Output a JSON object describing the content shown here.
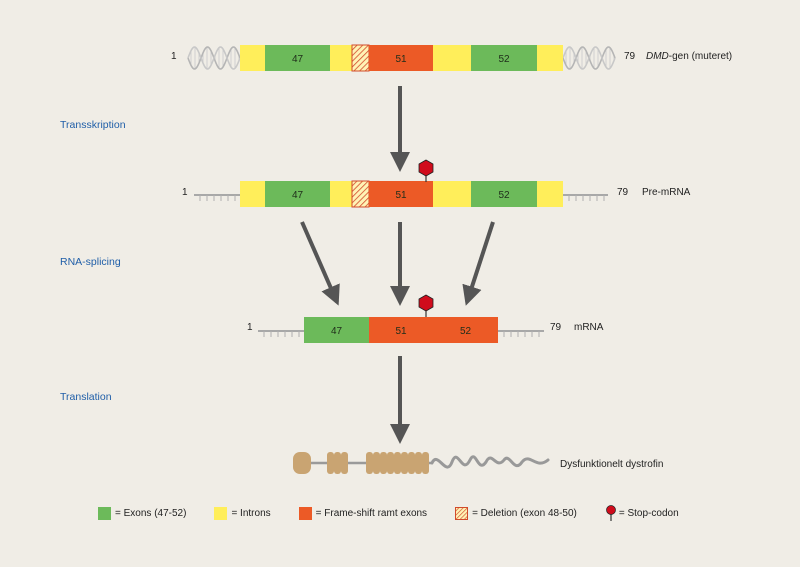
{
  "colors": {
    "background": "#f0ede6",
    "exon": "#6cba5a",
    "intron": "#ffee5a",
    "frameshift": "#ec5a26",
    "deletion_stroke": "#d24a2a",
    "stop": "#d00c1c",
    "label_blue": "#1f5ea8",
    "arrow": "#555555",
    "protein": "#c9a472",
    "gray_line": "#999999"
  },
  "stages": {
    "transcription": "Transskription",
    "splicing": "RNA-splicing",
    "translation": "Translation"
  },
  "gene": {
    "start": "1",
    "end": "79",
    "label_italic": "DMD",
    "label_rest": "-gen (muteret)",
    "segments": [
      {
        "kind": "intron",
        "text": ""
      },
      {
        "kind": "exon",
        "text": "47"
      },
      {
        "kind": "intron",
        "text": ""
      },
      {
        "kind": "deletion",
        "text": ""
      },
      {
        "kind": "frameshift",
        "text": "51"
      },
      {
        "kind": "intron",
        "text": ""
      },
      {
        "kind": "exon",
        "text": "52"
      },
      {
        "kind": "intron",
        "text": ""
      }
    ]
  },
  "pre_mrna": {
    "start": "1",
    "end": "79",
    "label": "Pre-mRNA",
    "segments": [
      {
        "kind": "intron",
        "text": ""
      },
      {
        "kind": "exon",
        "text": "47"
      },
      {
        "kind": "intron",
        "text": ""
      },
      {
        "kind": "deletion",
        "text": ""
      },
      {
        "kind": "frameshift",
        "text": "51"
      },
      {
        "kind": "intron",
        "text": ""
      },
      {
        "kind": "exon",
        "text": "52"
      },
      {
        "kind": "intron",
        "text": ""
      }
    ]
  },
  "mrna": {
    "start": "1",
    "end": "79",
    "label": "mRNA",
    "segments": [
      {
        "kind": "exon",
        "text": "47"
      },
      {
        "kind": "frameshift",
        "text": "51"
      },
      {
        "kind": "frameshift",
        "text": "52"
      }
    ]
  },
  "protein": {
    "label": "Dysfunktionelt dystrofin"
  },
  "legend": [
    {
      "kind": "exon",
      "label": "= Exons (47-52)"
    },
    {
      "kind": "intron",
      "label": "= Introns"
    },
    {
      "kind": "frameshift",
      "label": "= Frame-shift ramt exons"
    },
    {
      "kind": "deletion",
      "label": "= Deletion (exon 48-50)"
    },
    {
      "kind": "stop",
      "label": "= Stop-codon"
    }
  ]
}
